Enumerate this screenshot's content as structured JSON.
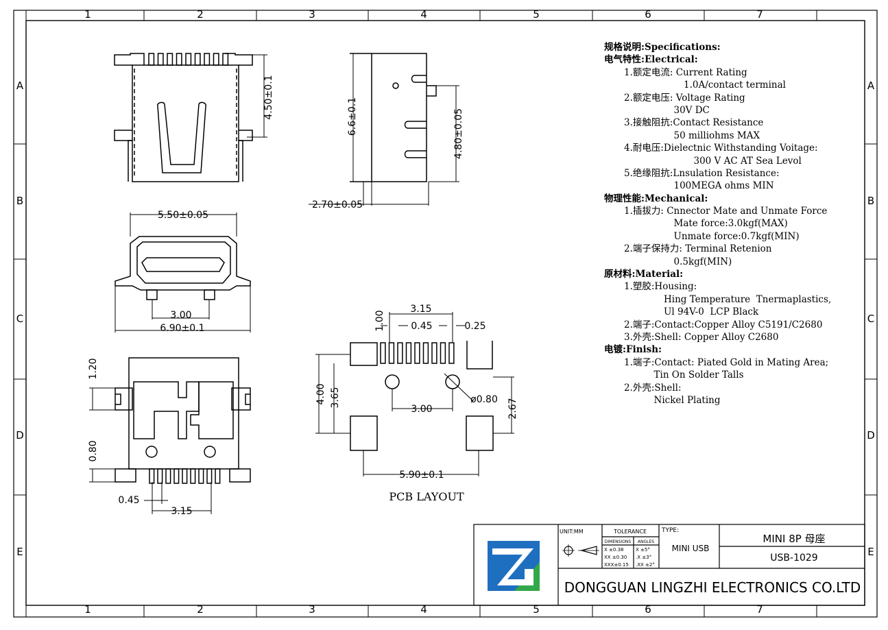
{
  "border": {
    "columns": [
      "1",
      "2",
      "3",
      "4",
      "5",
      "6",
      "7"
    ],
    "rows": [
      "A",
      "B",
      "C",
      "D",
      "E"
    ]
  },
  "dimensions": {
    "top_height": "4.50±0.1",
    "side_height": "6.6±0.1",
    "side_pin_height": "4.80±0.05",
    "side_depth": "2.70±0.05",
    "front_width": "5.50±0.05",
    "front_post_pitch": "3.00",
    "front_total_width": "6.90±0.1",
    "bottom_tab": "1.20",
    "bottom_pad": "0.80",
    "bottom_pin_width": "0.45",
    "bottom_pin_span": "3.15",
    "pcb_pin_span": "3.15",
    "pcb_pad_length": "1.00",
    "pcb_pin_width": "0.45",
    "pcb_gap": "0.25",
    "pcb_height_outer": "4.00",
    "pcb_height_inner": "3.65",
    "pcb_hole_pitch": "3.00",
    "pcb_hole_dia": "ø0.80",
    "pcb_right_height": "2.67",
    "pcb_total_width": "5.90±0.1"
  },
  "pcb_label": "PCB LAYOUT",
  "spec_lines": [
    {
      "indent": 0,
      "text": "规格说明:Specifications:"
    },
    {
      "indent": 0,
      "text": "电气特性:Electrical:"
    },
    {
      "indent": 2,
      "text": "1.额定电流: Current Rating"
    },
    {
      "indent": 8,
      "text": "1.0A/contact terminal"
    },
    {
      "indent": 2,
      "text": "2.额定电压: Voltage Rating"
    },
    {
      "indent": 7,
      "text": "30V DC"
    },
    {
      "indent": 2,
      "text": "3.接触阻抗:Contact Resistance"
    },
    {
      "indent": 7,
      "text": "50 milliohms MAX"
    },
    {
      "indent": 2,
      "text": "4.耐电压:Dielectnic Withstanding Voitage:"
    },
    {
      "indent": 9,
      "text": "300 V AC AT Sea Levol"
    },
    {
      "indent": 2,
      "text": "5.绝缘阻抗:Lnsulation Resistance:"
    },
    {
      "indent": 7,
      "text": "100MEGA ohms MIN"
    },
    {
      "indent": 0,
      "text": "物理性能:Mechanical:"
    },
    {
      "indent": 2,
      "text": "1.插拔力: Cnnector Mate and Unmate Force"
    },
    {
      "indent": 7,
      "text": "Mate force:3.0kgf(MAX)"
    },
    {
      "indent": 7,
      "text": "Unmate force:0.7kgf(MIN)"
    },
    {
      "indent": 2,
      "text": "2.端子保持力: Terminal Retenion"
    },
    {
      "indent": 7,
      "text": "0.5kgf(MIN)"
    },
    {
      "indent": 0,
      "text": "原材料:Material:"
    },
    {
      "indent": 2,
      "text": "1.塑胶:Housing:"
    },
    {
      "indent": 6,
      "text": "Hing Temperature  Tnermaplastics,"
    },
    {
      "indent": 6,
      "text": "Ul 94V-0  LCP Black"
    },
    {
      "indent": 2,
      "text": "2.端子:Contact:Copper Alloy C5191/C2680"
    },
    {
      "indent": 2,
      "text": "3.外壳:Shell: Copper Alloy C2680"
    },
    {
      "indent": 0,
      "text": "电镀:Finish:"
    },
    {
      "indent": 2,
      "text": "1.端子:Contact: Piated Gold in Mating Area;"
    },
    {
      "indent": 5,
      "text": "Tin On Solder Talls"
    },
    {
      "indent": 2,
      "text": "2.外壳:Shell:"
    },
    {
      "indent": 5,
      "text": "Nickel Plating"
    }
  ],
  "title_block": {
    "unit": "UNIT:MM",
    "tolerance": "TOLERANCE",
    "dimensions_hdr": "DIMENSIONS",
    "angles_hdr": "ANGLES",
    "tol_rows": [
      {
        "dim": "X  ±0.38",
        "ang": "X  ±5°"
      },
      {
        "dim": "XX ±0.30",
        "ang": ".X  ±3°"
      },
      {
        "dim": "XXX±0.15",
        "ang": ".XX ±2°"
      }
    ],
    "type_label": "TYPE:",
    "type_value": "MINI USB",
    "product_name": "MINI 8P 母座",
    "part_number": "USB-1029",
    "company": "DONGGUAN LINGZHI ELECTRONICS CO.LTD"
  },
  "colors": {
    "logo_blue": "#1f6fc0",
    "logo_green": "#33a84a",
    "logo_white": "#ffffff"
  }
}
